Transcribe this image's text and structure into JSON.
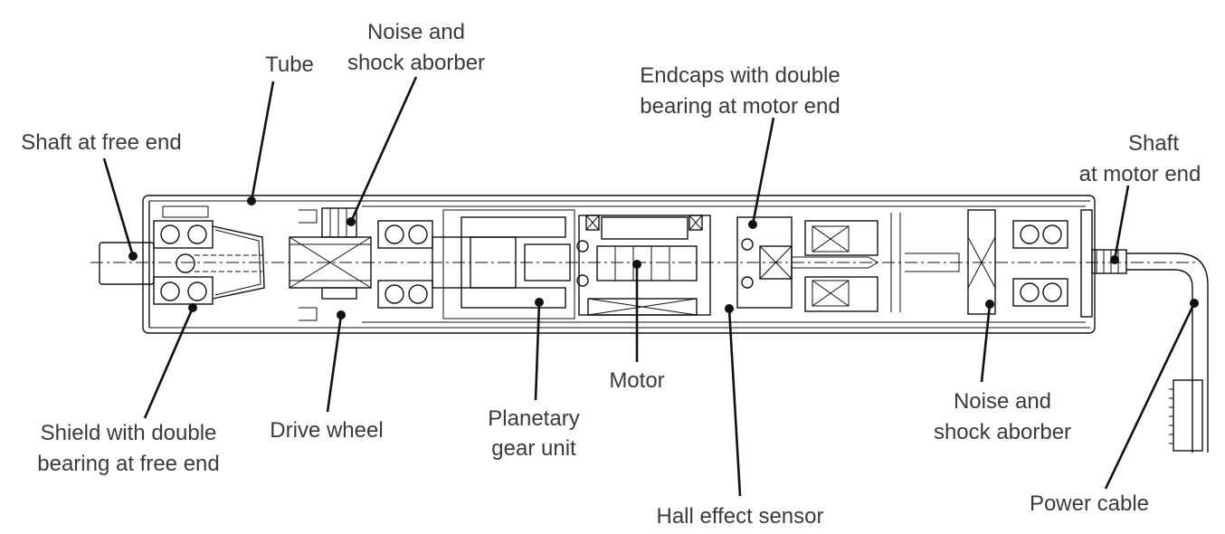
{
  "title": "Tubular motor cross-section",
  "labels": {
    "shaft_free_end": "Shaft at free end",
    "tube": "Tube",
    "noise_top": [
      "Noise and",
      "shock aborber"
    ],
    "endcaps": [
      "Endcaps with double",
      "bearing at motor end"
    ],
    "shaft_motor_end": [
      "Shaft",
      "at motor end"
    ],
    "shield": [
      "Shield with double",
      "bearing at free end"
    ],
    "drive_wheel": "Drive wheel",
    "planetary": [
      "Planetary",
      "gear unit"
    ],
    "motor": "Motor",
    "hall": "Hall effect sensor",
    "noise_bottom": [
      "Noise and",
      "shock aborber"
    ],
    "power_cable": "Power cable"
  }
}
